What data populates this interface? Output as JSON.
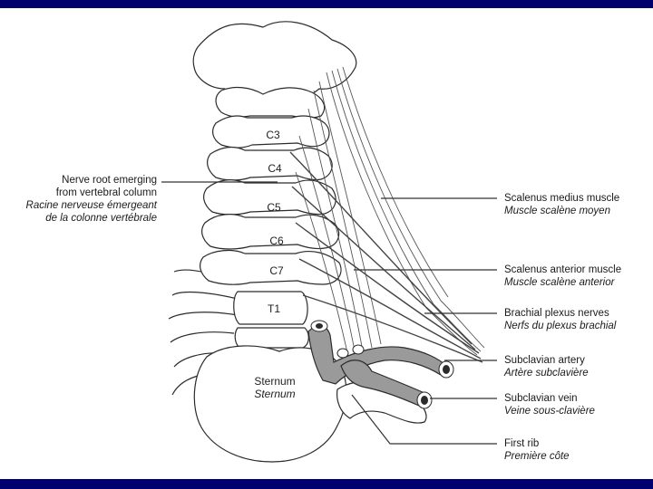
{
  "colors": {
    "band": "#00006e",
    "line": "#333333",
    "vessel": "#999999"
  },
  "vertebrae": [
    "C3",
    "C4",
    "C5",
    "C6",
    "C7",
    "T1"
  ],
  "sternum": {
    "en": "Sternum",
    "fr": "Sternum"
  },
  "labels": {
    "nerve_root": {
      "en1": "Nerve root emerging",
      "en2": "from vertebral column",
      "fr1": "Racine nerveuse émergeant",
      "fr2": "de la colonne vertébrale"
    },
    "scalenus_medius": {
      "en": "Scalenus medius muscle",
      "fr": "Muscle scalène moyen"
    },
    "scalenus_anterior": {
      "en": "Scalenus anterior muscle",
      "fr": "Muscle scalène anterior"
    },
    "brachial_plexus": {
      "en": "Brachial plexus nerves",
      "fr": "Nerfs du plexus brachial"
    },
    "subclavian_artery": {
      "en": "Subclavian artery",
      "fr": "Artère subclavière"
    },
    "subclavian_vein": {
      "en": "Subclavian vein",
      "fr": "Veine sous-clavière"
    },
    "first_rib": {
      "en": "First rib",
      "fr": "Première côte"
    }
  }
}
